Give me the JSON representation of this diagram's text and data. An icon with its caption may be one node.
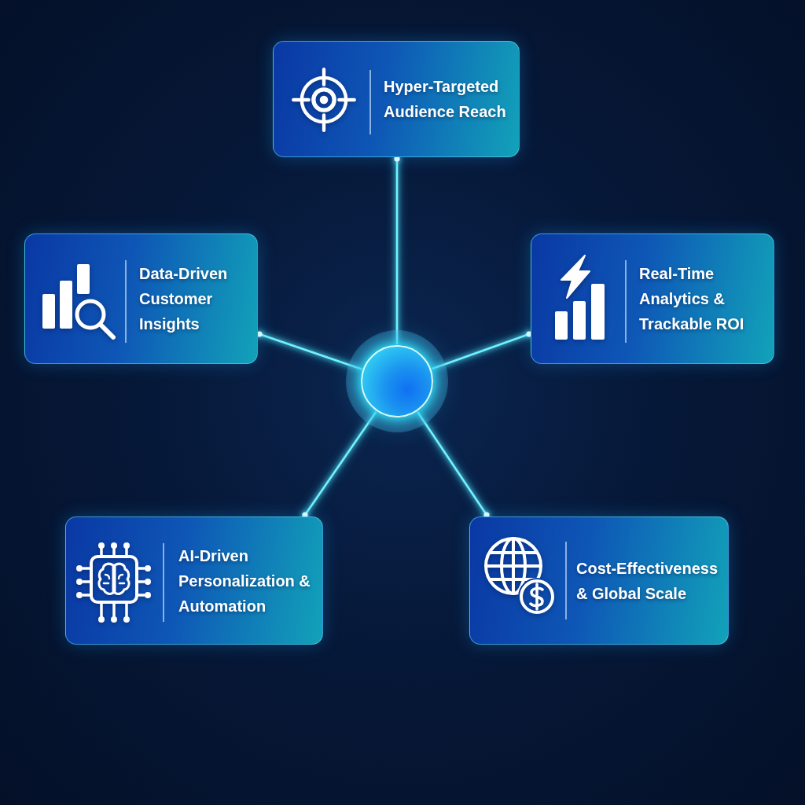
{
  "diagram": {
    "nodes": [
      {
        "text": [
          "Hyper-Targeted Audience Reach"
        ]
      },
      {
        "text": [
          "Data-Driven Customer Insights"
        ]
      },
      {
        "text": [
          "Real-Time Analytics & Trackable ROI"
        ]
      },
      {
        "text": [],
        "shape": "circle"
      },
      {
        "text": [
          "AI-Driven Personalization & Automation"
        ]
      },
      {
        "text": [
          "Cost-Effectiveness & Global Scale"
        ]
      }
    ],
    "edges": [
      {
        "from": 3,
        "to": 0,
        "arrow": "other"
      },
      {
        "from": 3,
        "to": 1,
        "arrow": "other"
      },
      {
        "from": 3,
        "to": 2,
        "arrow": "other"
      },
      {
        "from": 3,
        "to": 4,
        "arrow": "other"
      },
      {
        "from": 3,
        "to": 5,
        "arrow": "other"
      }
    ]
  }
}
